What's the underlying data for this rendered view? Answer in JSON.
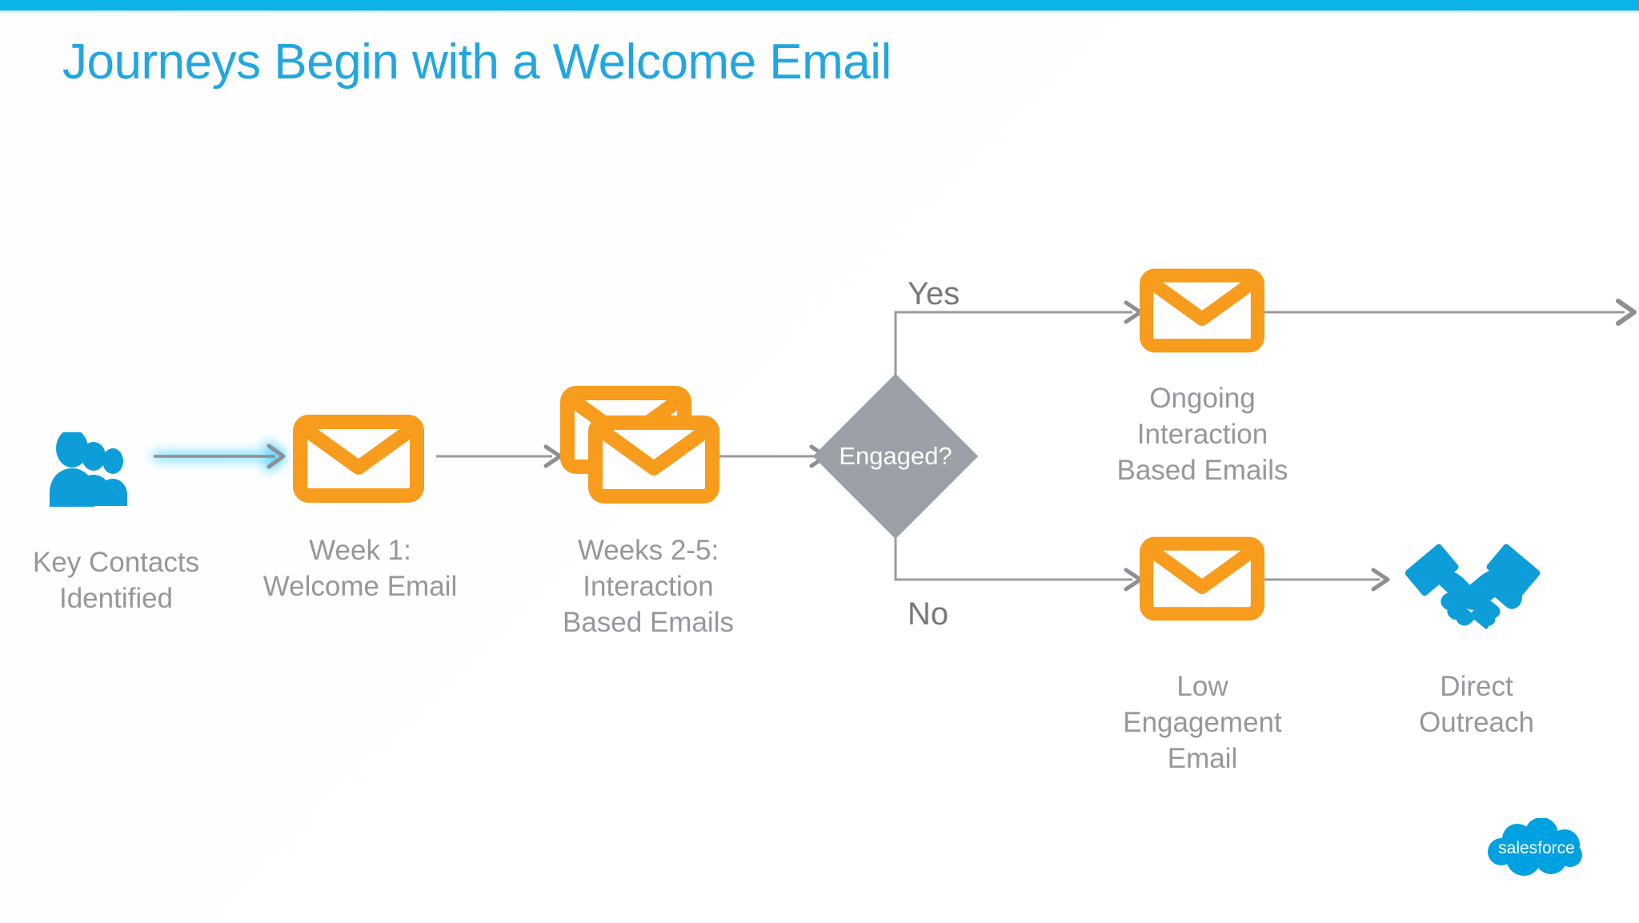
{
  "slide": {
    "title": "Journeys Begin with a Welcome Email",
    "accent_color": "#0bb3e8",
    "title_color": "#22a6e0",
    "background_color": "#ffffff",
    "label_color": "#96969c",
    "connector_color": "#9a9a9f",
    "envelope_color": "#F79C1C",
    "icon_blue": "#0d9dd9",
    "diamond_fill": "#9aa0a6",
    "diamond_text_color": "#ffffff"
  },
  "flow": {
    "nodes": [
      {
        "id": "key-contacts",
        "icon": "people-icon",
        "label": "Key Contacts\nIdentified"
      },
      {
        "id": "week1-email",
        "icon": "envelope-icon",
        "label": "Week 1:\nWelcome Email"
      },
      {
        "id": "weeks-2-5-emails",
        "icon": "stacked-envelopes-icon",
        "label": "Weeks 2-5:\nInteraction\nBased Emails"
      },
      {
        "id": "engaged-decision",
        "icon": "diamond-decision",
        "label": "Engaged?"
      },
      {
        "id": "ongoing-emails",
        "icon": "envelope-icon",
        "label": "Ongoing\nInteraction\nBased Emails"
      },
      {
        "id": "low-engagement-email",
        "icon": "envelope-icon",
        "label": "Low\nEngagement\nEmail"
      },
      {
        "id": "direct-outreach",
        "icon": "handshake-icon",
        "label": "Direct\nOutreach"
      }
    ],
    "branches": [
      {
        "id": "yes-branch",
        "label": "Yes"
      },
      {
        "id": "no-branch",
        "label": "No"
      }
    ]
  },
  "footer": {
    "logo_text": "salesforce",
    "logo_color": "#00A1E0"
  }
}
